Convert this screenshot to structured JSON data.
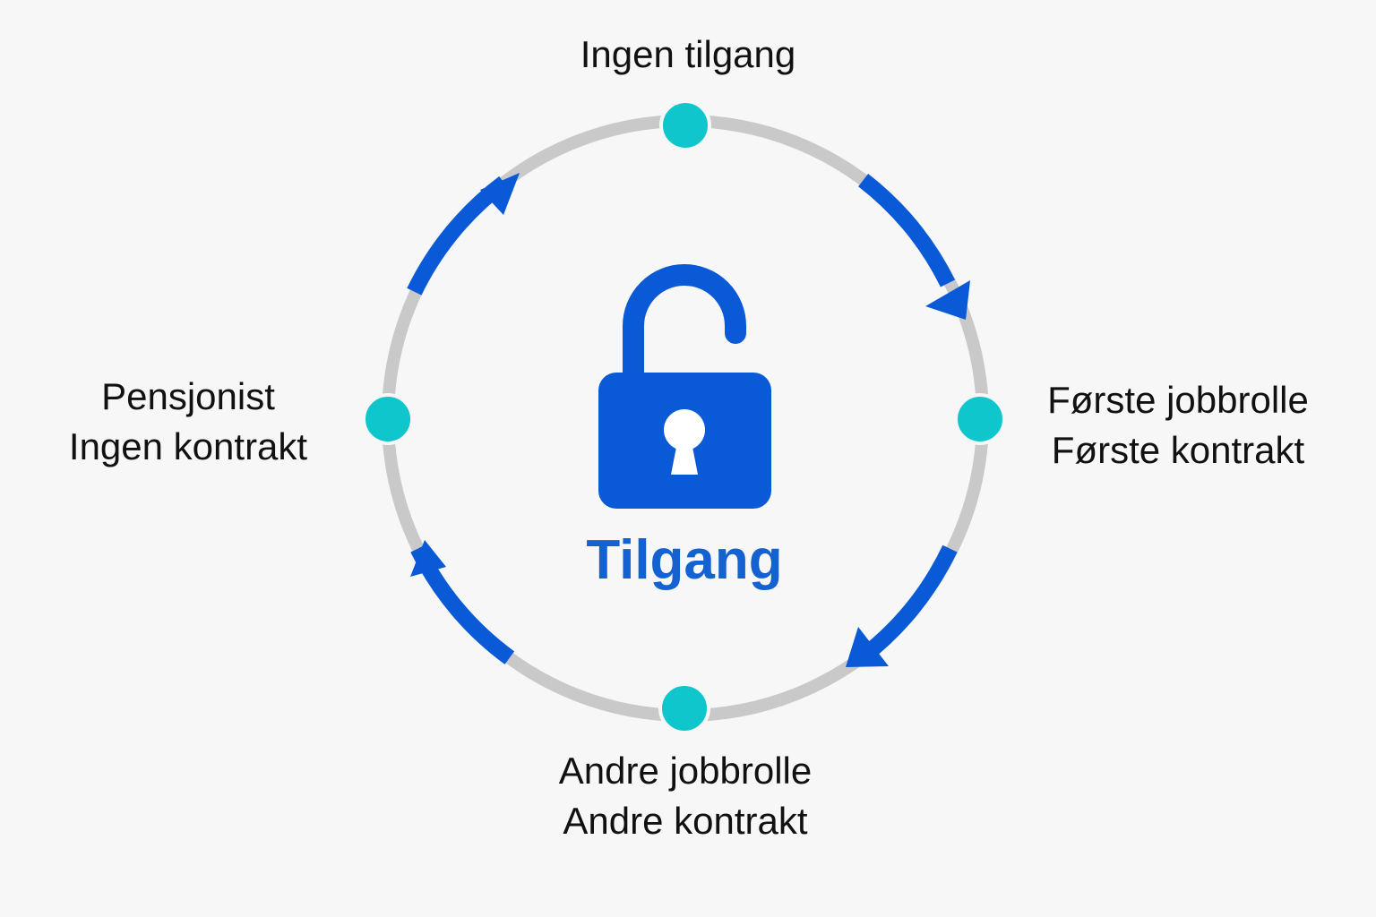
{
  "center": {
    "icon": "unlocked-padlock-icon",
    "title": "Tilgang"
  },
  "stages": {
    "top": {
      "lines": [
        "Ingen tilgang"
      ]
    },
    "right": {
      "lines": [
        "Første jobbrolle",
        "Første kontrakt"
      ]
    },
    "bottom": {
      "lines": [
        "Andre jobbrolle",
        "Andre kontrakt"
      ]
    },
    "left": {
      "lines": [
        "Pensjonist",
        "Ingen kontrakt"
      ]
    }
  },
  "colors": {
    "background": "#f7f7f7",
    "ring": "#c9c9c9",
    "arrow": "#0a5ad8",
    "node": "#0fc6cd",
    "lock": "#0a5ad8",
    "title": "#1462d2",
    "text": "#111111"
  },
  "flow": {
    "direction": "clockwise",
    "arrows": [
      "top-to-right",
      "right-to-bottom",
      "bottom-to-left",
      "left-to-top"
    ]
  }
}
